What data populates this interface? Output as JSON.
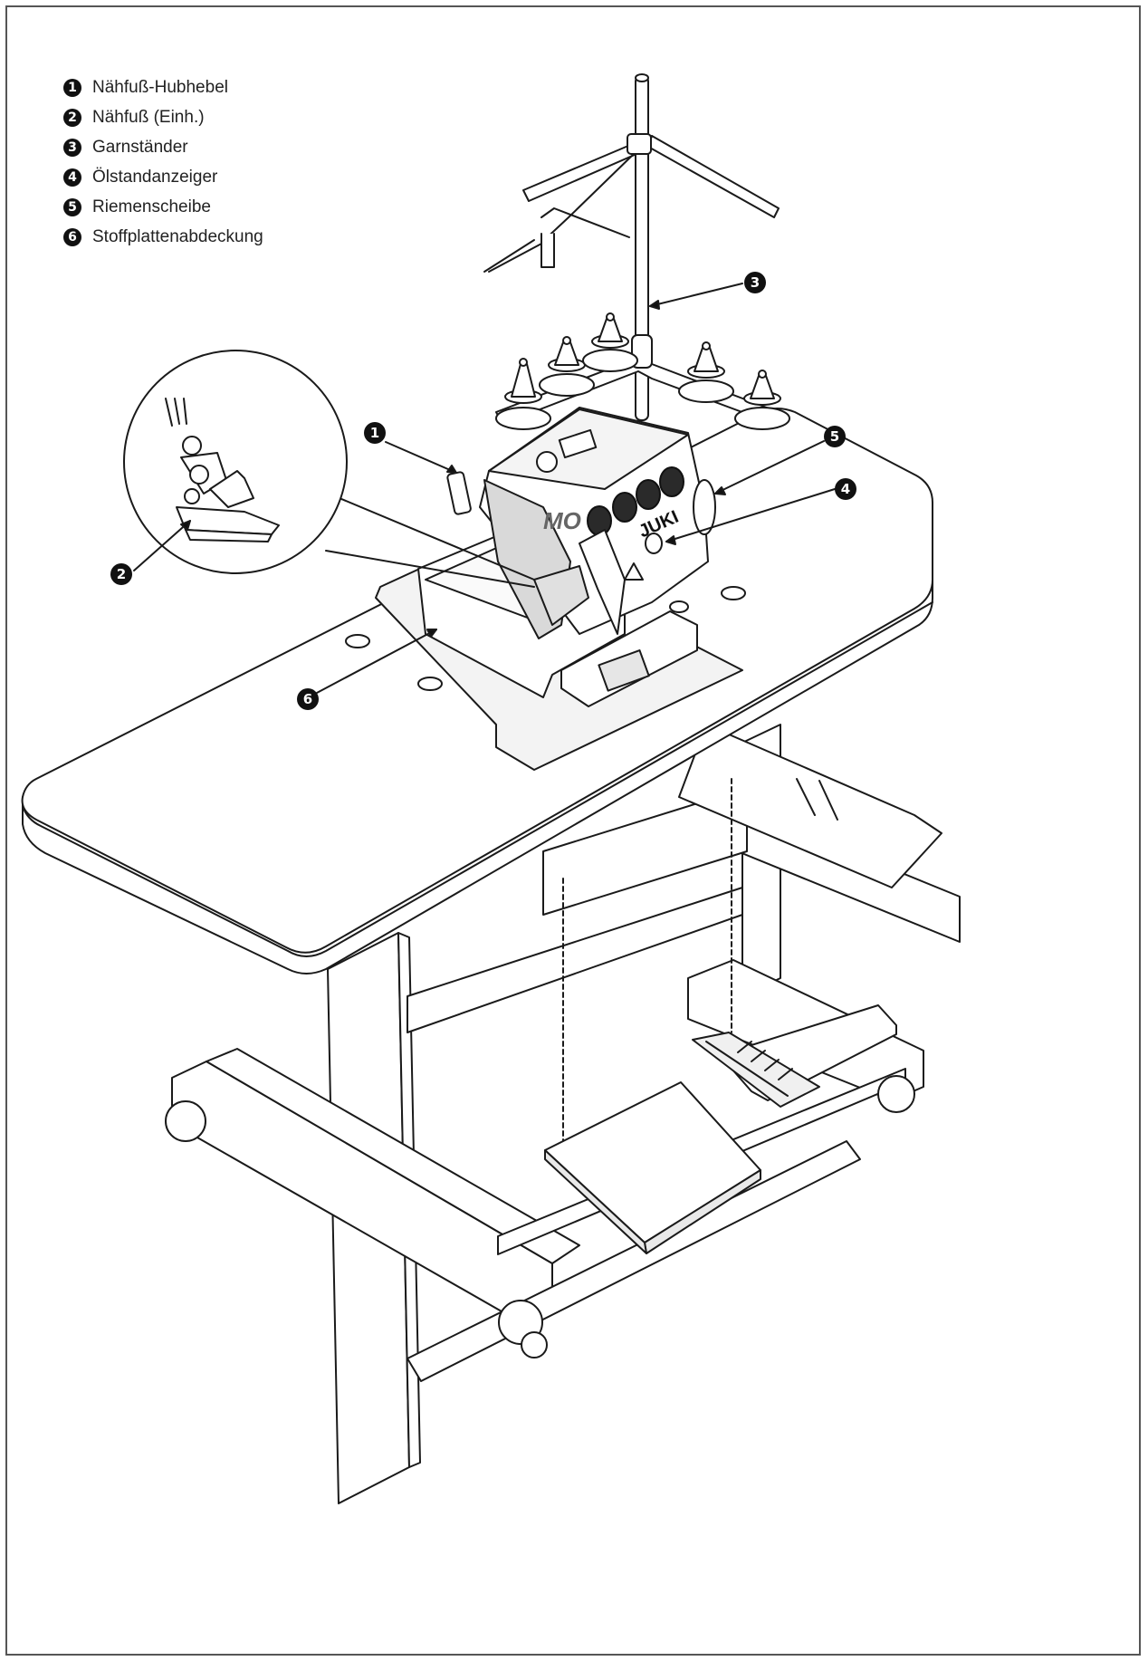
{
  "legend": [
    {
      "num": "1",
      "label": "Nähfuß-Hubhebel"
    },
    {
      "num": "2",
      "label": "Nähfuß (Einh.)"
    },
    {
      "num": "3",
      "label": "Garnständer"
    },
    {
      "num": "4",
      "label": "Ölstandanzeiger"
    },
    {
      "num": "5",
      "label": "Riemenscheibe"
    },
    {
      "num": "6",
      "label": "Stoffplattenabdeckung"
    }
  ],
  "machine": {
    "brand": "JUKI",
    "model_mark": "MO"
  },
  "colors": {
    "line": "#1a1a1a",
    "fill": "#ffffff",
    "shade": "#e8e8e8",
    "dark": "#333333"
  }
}
